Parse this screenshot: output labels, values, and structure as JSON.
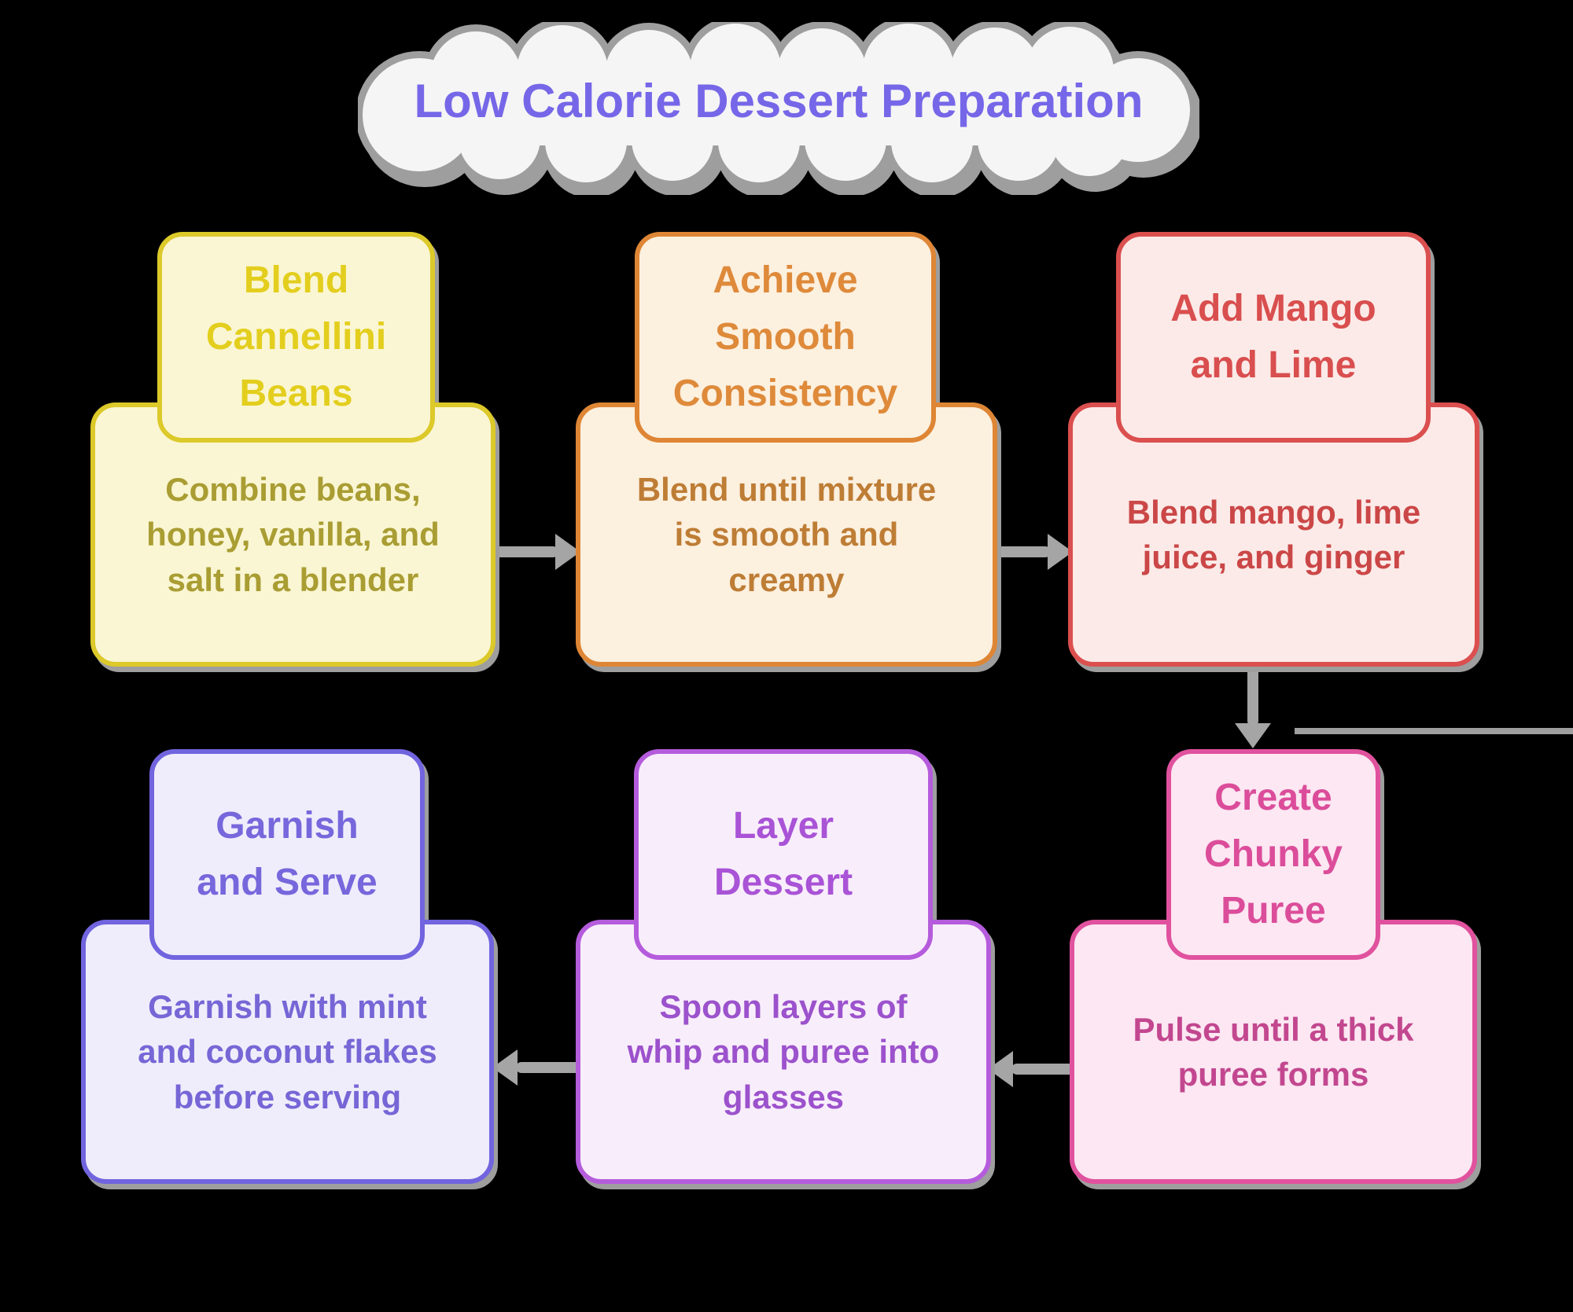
{
  "title": {
    "text": "Low Calorie Dessert Preparation",
    "color": "#7667E8"
  },
  "canvas": {
    "background": "#000000",
    "shadow_color": "#9E9E9E",
    "arrow_color": "#A5A5A5",
    "cloud_fill": "#F5F5F5",
    "cloud_outline": "#9E9E9E"
  },
  "steps": [
    {
      "id": "blend-cannellini-beans",
      "title": "Blend\nCannellini\nBeans",
      "description": "Combine beans,\nhoney, vanilla, and\nsalt in a blender",
      "border": "#DCC92A",
      "fill": "#FAF6D3",
      "title_color": "#E3CE1E",
      "desc_color": "#A99D33"
    },
    {
      "id": "achieve-smooth-consistency",
      "title": "Achieve\nSmooth\nConsistency",
      "description": "Blend until mixture\nis smooth and\ncreamy",
      "border": "#DE8635",
      "fill": "#FCF0DF",
      "title_color": "#DE8A3A",
      "desc_color": "#BE7D35"
    },
    {
      "id": "add-mango-and-lime",
      "title": "Add Mango\nand Lime",
      "description": "Blend mango, lime\njuice, and ginger",
      "border": "#DB4F4F",
      "fill": "#FBEAE8",
      "title_color": "#D94E4E",
      "desc_color": "#CB4747"
    },
    {
      "id": "garnish-and-serve",
      "title": "Garnish\nand Serve",
      "description": "Garnish with mint\nand coconut flakes\nbefore serving",
      "border": "#7164DE",
      "fill": "#EFEDFB",
      "title_color": "#7767DC",
      "desc_color": "#7666D6"
    },
    {
      "id": "layer-dessert",
      "title": "Layer\nDessert",
      "description": "Spoon layers of\nwhip and puree into\nglasses",
      "border": "#B55CDC",
      "fill": "#F8EEFB",
      "title_color": "#A953D6",
      "desc_color": "#9C52CC"
    },
    {
      "id": "create-chunky-puree",
      "title": "Create\nChunky\nPuree",
      "description": "Pulse until a thick\npuree forms",
      "border": "#E0529E",
      "fill": "#FCE7F2",
      "title_color": "#DB4D9A",
      "desc_color": "#C2478F"
    }
  ],
  "flow": {
    "arrows": [
      {
        "from": "blend-cannellini-beans",
        "to": "achieve-smooth-consistency",
        "direction": "right"
      },
      {
        "from": "achieve-smooth-consistency",
        "to": "add-mango-and-lime",
        "direction": "right"
      },
      {
        "from": "add-mango-and-lime",
        "to": "create-chunky-puree",
        "direction": "down"
      },
      {
        "from": "create-chunky-puree",
        "to": "layer-dessert",
        "direction": "left"
      },
      {
        "from": "layer-dessert",
        "to": "garnish-and-serve",
        "direction": "left"
      }
    ]
  }
}
